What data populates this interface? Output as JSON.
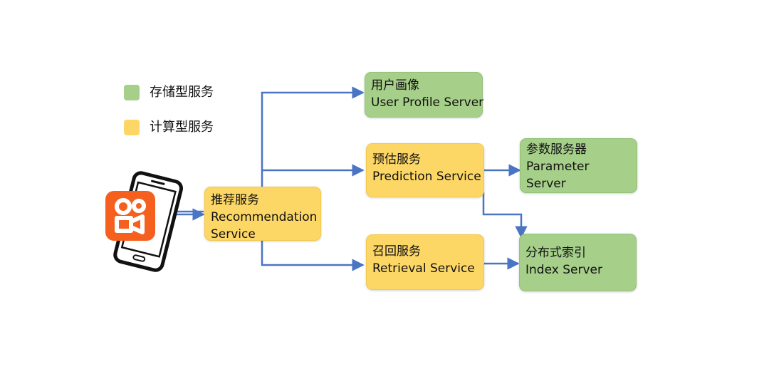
{
  "colors": {
    "storage": "#a6cf8a",
    "storage_border": "#94c17a",
    "compute": "#fdd766",
    "compute_border": "#f2c94c",
    "arrow": "#4a74c4",
    "app_logo": "#f5601f"
  },
  "legend": [
    {
      "label": "存储型服务",
      "kind": "storage"
    },
    {
      "label": "计算型服务",
      "kind": "compute"
    }
  ],
  "client": {
    "device_icon": "smartphone-icon",
    "app_icon": "kuaishou-logo-icon"
  },
  "nodes": {
    "recommendation": {
      "kind": "compute",
      "lines": [
        "推荐服务",
        "Recommendation",
        "Service"
      ]
    },
    "user_profile": {
      "kind": "storage",
      "lines": [
        "用户画像",
        "User Profile Server"
      ]
    },
    "prediction": {
      "kind": "compute",
      "lines": [
        "预估服务",
        "Prediction Service"
      ]
    },
    "parameter": {
      "kind": "storage",
      "lines": [
        "参数服务器",
        "Parameter",
        "Server"
      ]
    },
    "retrieval": {
      "kind": "compute",
      "lines": [
        "召回服务",
        "Retrieval Service"
      ]
    },
    "index": {
      "kind": "storage",
      "lines": [
        "分布式索引",
        "Index Server"
      ]
    }
  },
  "edges": [
    {
      "from": "client",
      "to": "recommendation"
    },
    {
      "from": "recommendation",
      "to": "user_profile"
    },
    {
      "from": "recommendation",
      "to": "prediction"
    },
    {
      "from": "recommendation",
      "to": "retrieval"
    },
    {
      "from": "prediction",
      "to": "parameter"
    },
    {
      "from": "prediction",
      "to": "index"
    },
    {
      "from": "retrieval",
      "to": "index"
    }
  ]
}
